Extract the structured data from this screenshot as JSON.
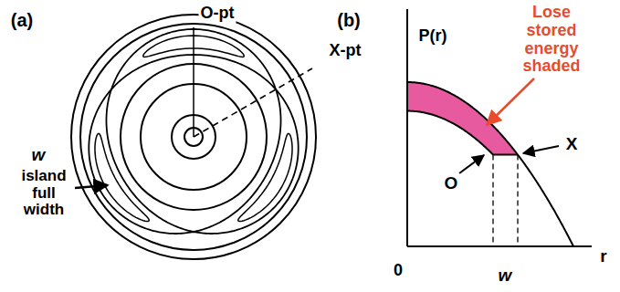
{
  "diagram": {
    "labels": [
      "(a)",
      "O-pt",
      "X-pt",
      "w",
      "island full width",
      "(b)",
      "Lose stored energy shaded",
      "P(r)",
      "X",
      "O",
      "0",
      "w",
      "r"
    ]
  }
}
